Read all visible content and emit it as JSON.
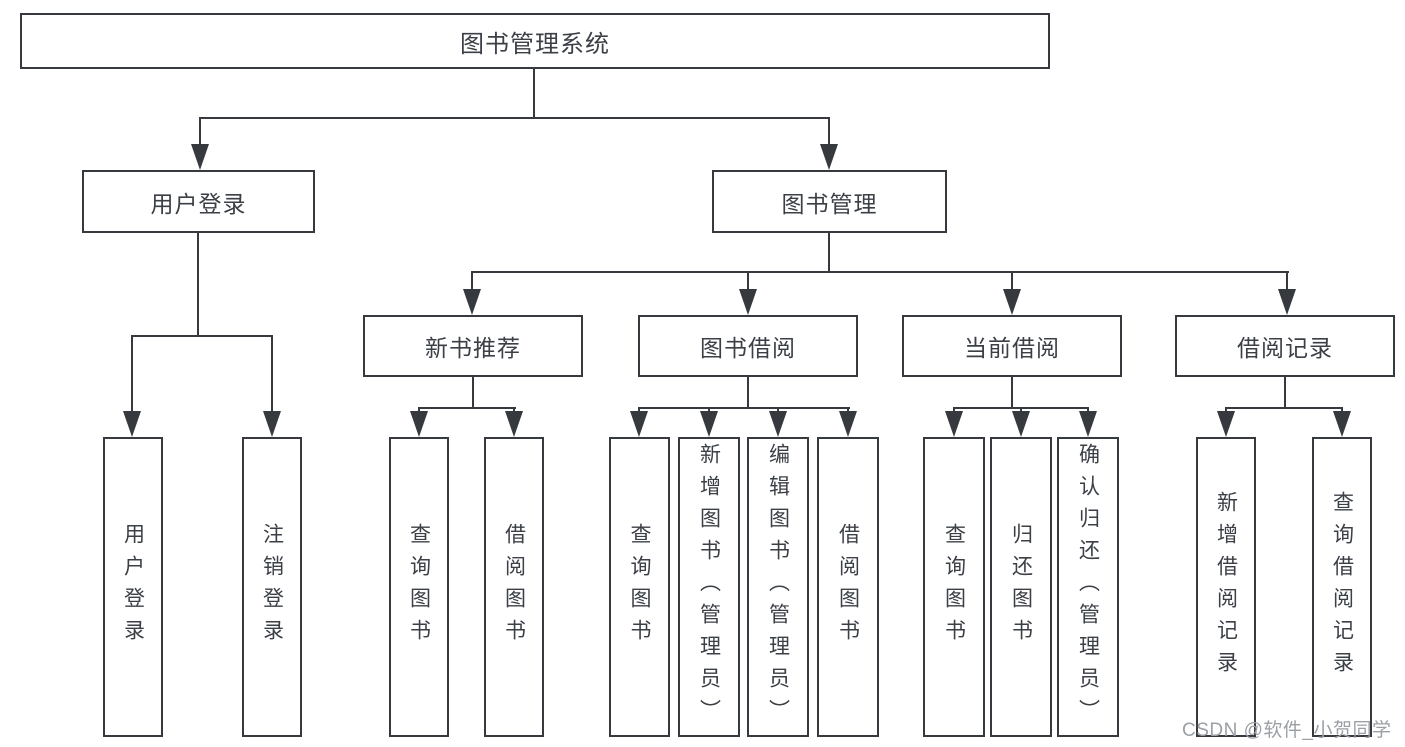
{
  "tree": {
    "root": {
      "label": "图书管理系统"
    },
    "branches": [
      {
        "label": "用户登录",
        "children": [
          {
            "label": "用户登录"
          },
          {
            "label": "注销登录"
          }
        ]
      },
      {
        "label": "图书管理",
        "groups": [
          {
            "label": "新书推荐",
            "children": [
              {
                "label": "查询图书"
              },
              {
                "label": "借阅图书"
              }
            ]
          },
          {
            "label": "图书借阅",
            "children": [
              {
                "label": "查询图书"
              },
              {
                "label": "新增图书（管理员）"
              },
              {
                "label": "编辑图书（管理员）"
              },
              {
                "label": "借阅图书"
              }
            ]
          },
          {
            "label": "当前借阅",
            "children": [
              {
                "label": "查询图书"
              },
              {
                "label": "归还图书"
              },
              {
                "label": "确认归还（管理员）"
              }
            ]
          },
          {
            "label": "借阅记录",
            "children": [
              {
                "label": "新增借阅记录"
              },
              {
                "label": "查询借阅记录"
              }
            ]
          }
        ]
      }
    ]
  },
  "watermark": {
    "text": "CSDN @软件_小贺同学"
  },
  "colors": {
    "line": "#36393e",
    "text": "#3b3f46",
    "watermark": "#9aa0a6",
    "background": "#ffffff"
  }
}
